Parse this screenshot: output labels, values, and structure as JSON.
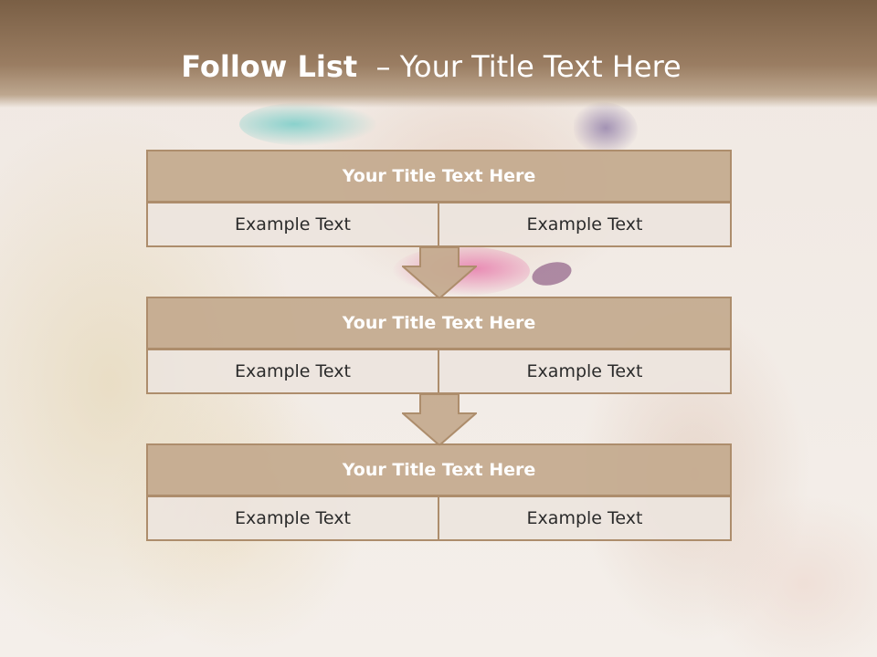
{
  "header": {
    "title_bold": "Follow List",
    "title_rest": "  – Your Title Text Here"
  },
  "steps": [
    {
      "title": "Your Title Text Here",
      "left_text": "Example Text",
      "right_text": "Example Text"
    },
    {
      "title": "Your Title Text Here",
      "left_text": "Example Text",
      "right_text": "Example Text"
    },
    {
      "title": "Your Title Text Here",
      "left_text": "Example Text",
      "right_text": "Example Text"
    }
  ],
  "colors": {
    "header_band": "#8a6e53",
    "title_box": "#c4aa8e",
    "cell_bg": "#ece4de",
    "border": "#ad8d6c",
    "arrow_fill": "#c4aa8e"
  },
  "icons": [
    "down-arrow-icon",
    "down-arrow-icon"
  ]
}
